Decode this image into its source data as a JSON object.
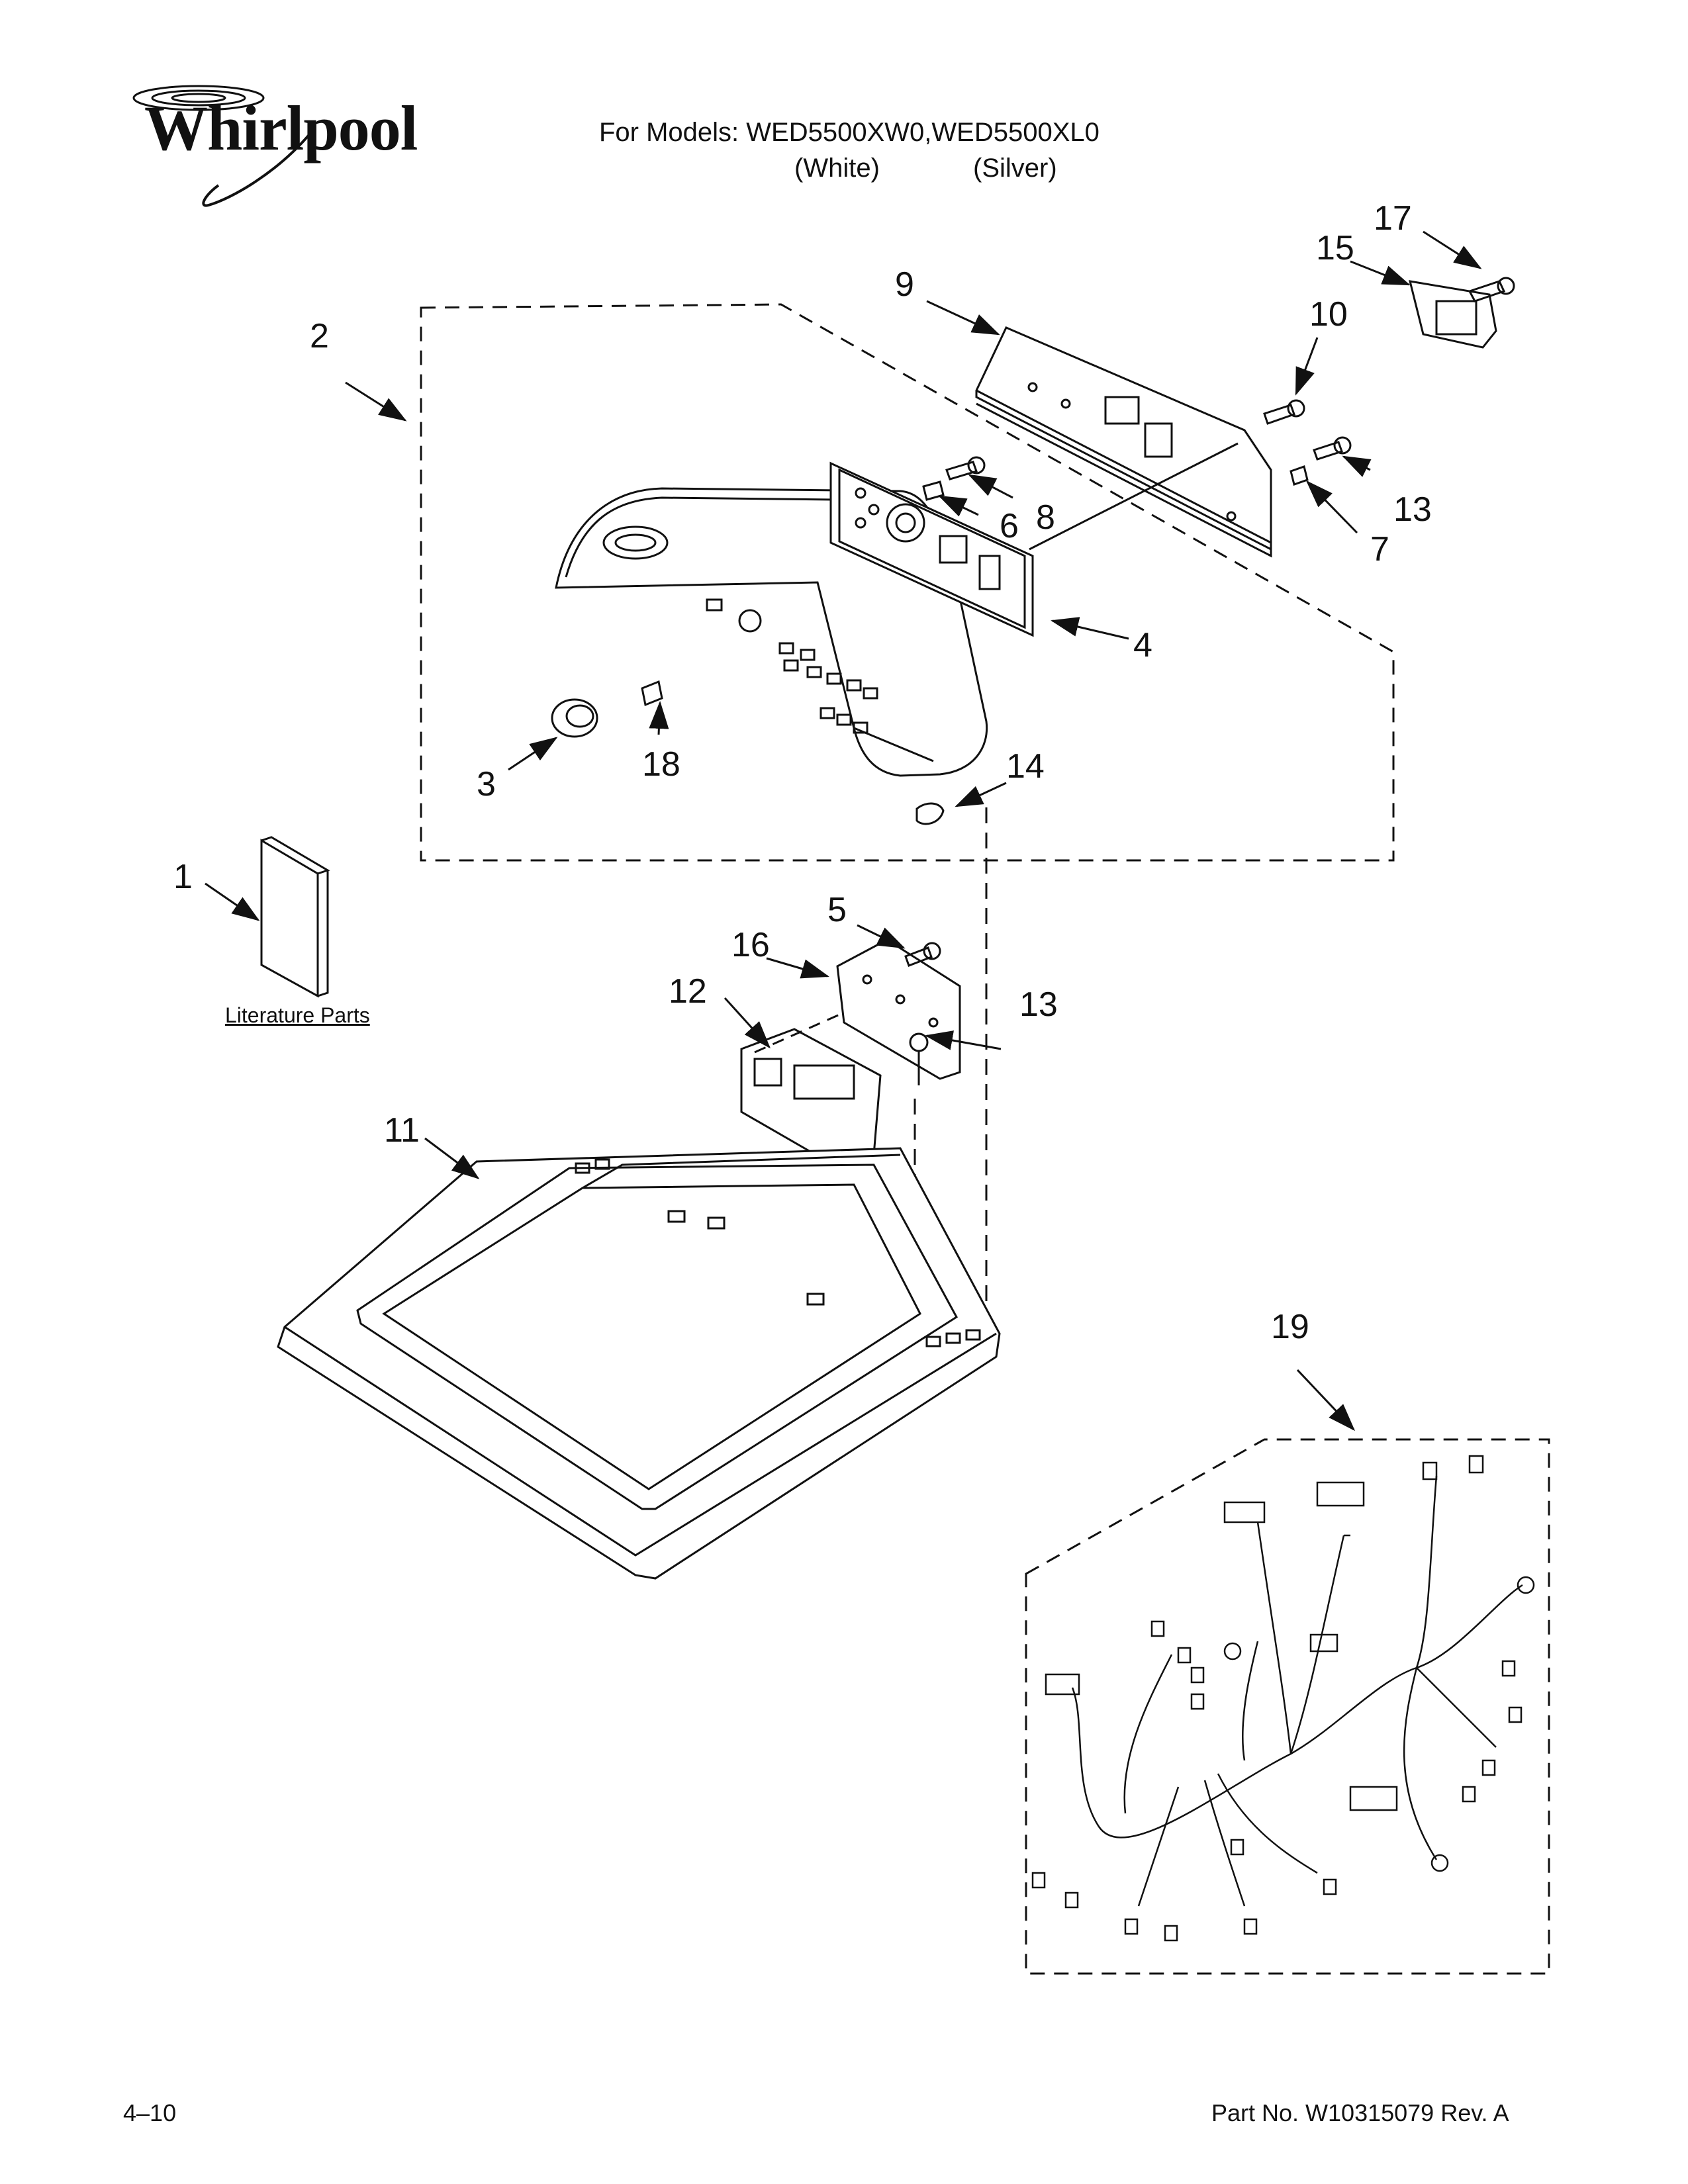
{
  "header": {
    "brand": "Whirlpool",
    "models_line": "For Models: WED5500XW0,WED5500XL0",
    "color_white": "(White)",
    "color_silver": "(Silver)"
  },
  "literature_label": "Literature Parts",
  "callouts": [
    "1",
    "2",
    "3",
    "4",
    "5",
    "6",
    "7",
    "8",
    "9",
    "10",
    "11",
    "12",
    "13",
    "13",
    "14",
    "15",
    "16",
    "17",
    "18",
    "19"
  ],
  "footer": {
    "page": "4–10",
    "part_number": "Part No. W10315079 Rev. A"
  }
}
